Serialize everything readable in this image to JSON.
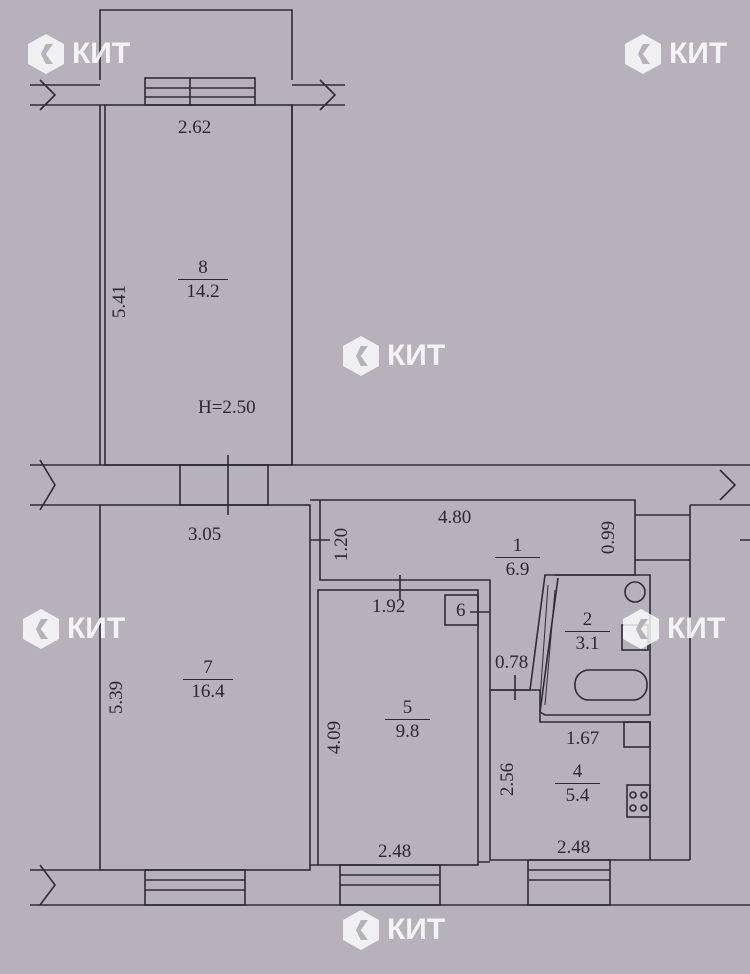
{
  "plan": {
    "ceiling_height": "H=2.50",
    "rooms": [
      {
        "number": "8",
        "area": "14.2"
      },
      {
        "number": "7",
        "area": "16.4"
      },
      {
        "number": "1",
        "area": "6.9"
      },
      {
        "number": "5",
        "area": "9.8"
      },
      {
        "number": "6",
        "area": ""
      },
      {
        "number": "2",
        "area": "3.1"
      },
      {
        "number": "4",
        "area": "5.4"
      }
    ],
    "dimensions": {
      "r8_width": "2.62",
      "r8_length": "5.41",
      "r7_width": "3.05",
      "r7_length": "5.39",
      "r1_length": "4.80",
      "r1_width": "1.20",
      "r1_right": "0.99",
      "r5_width": "1.92",
      "r5_length": "4.09",
      "r5_bottom": "2.48",
      "passage": "0.78",
      "r4_top": "1.67",
      "r4_length": "2.56",
      "r4_bottom": "2.48"
    }
  },
  "watermark": {
    "text": "КИТ"
  }
}
